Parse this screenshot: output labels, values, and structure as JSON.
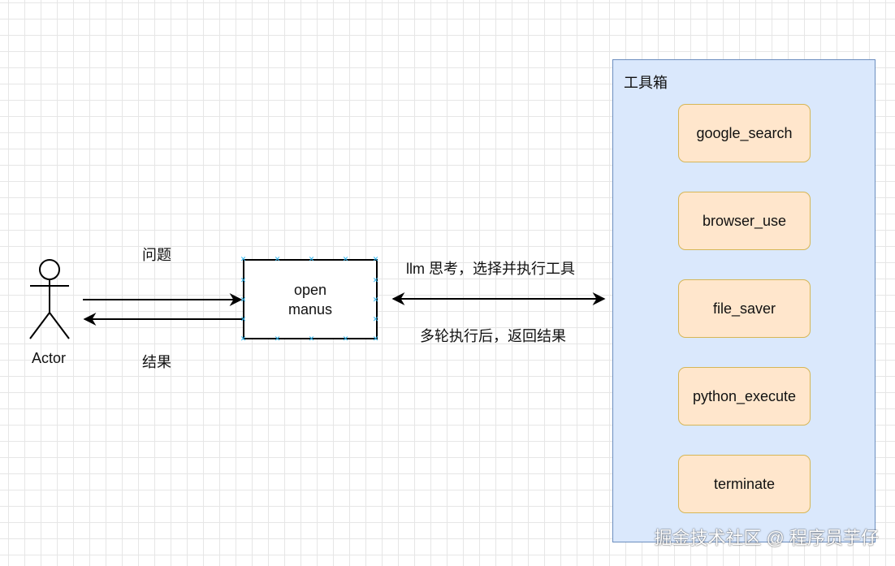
{
  "actor": {
    "label": "Actor"
  },
  "edges": {
    "question": "问题",
    "result": "结果",
    "llm_think": "llm 思考，选择并执行工具",
    "return_result": "多轮执行后，返回结果"
  },
  "process_node": {
    "label": "open\nmanus"
  },
  "toolbox": {
    "title": "工具箱",
    "tools": [
      "google_search",
      "browser_use",
      "file_saver",
      "python_execute",
      "terminate"
    ]
  },
  "watermark": "掘金技术社区 @ 程序员芋仔",
  "colors": {
    "grid": "#e6e6e6",
    "toolbox_fill": "#dae8fc",
    "toolbox_stroke": "#6c8ebf",
    "tool_fill": "#ffe6cc",
    "tool_stroke": "#d6b656",
    "selection_handle": "#29b6f2"
  }
}
